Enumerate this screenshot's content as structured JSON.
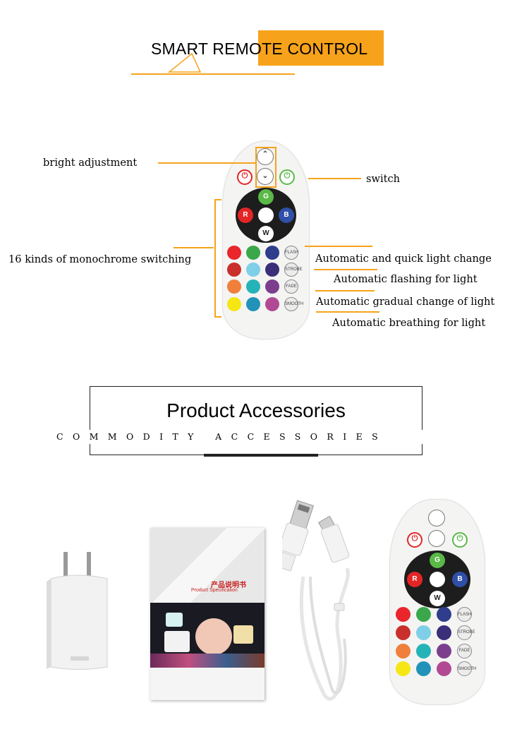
{
  "section1": {
    "title": "SMART REMOTE CONTROL"
  },
  "annotations": {
    "bright": "bright adjustment",
    "switch": "switch",
    "monochrome": "16 kinds of monochrome switching",
    "flash_quick": "Automatic and quick light change",
    "strobe": "Automatic flashing for light",
    "fade": "Automatic gradual change of light",
    "smooth": "Automatic breathing for light"
  },
  "remote": {
    "dpad": {
      "up": "G",
      "left": "R",
      "right": "B",
      "down": "W"
    },
    "mode_buttons": [
      "FLASH",
      "STROBE",
      "FADE",
      "SMOOTH"
    ],
    "color_grid": [
      [
        "#e8262b",
        "#3aa84a",
        "#2f3d8c"
      ],
      [
        "#c9302c",
        "#7fcfe8",
        "#3b2f7a"
      ],
      [
        "#f07f3c",
        "#25b3b8",
        "#7b3f8e"
      ],
      [
        "#f6e614",
        "#2392b8",
        "#b24a93"
      ]
    ],
    "power_off_color": "#e42525",
    "power_on_color": "#5ab947"
  },
  "section2": {
    "title": "Product Accessories",
    "subtitle": "COMMODITY ACCESSORIES"
  },
  "manual": {
    "title_cn": "产品说明书",
    "title_en": "Product Specification"
  },
  "accent_color": "#f7a21b"
}
